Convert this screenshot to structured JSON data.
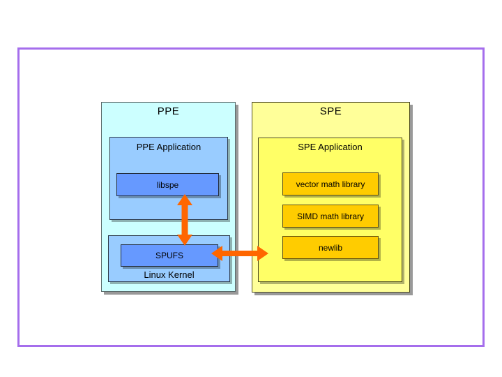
{
  "slide": {
    "frame_border_color": "#a56eec"
  },
  "ppe": {
    "title": "PPE",
    "application": {
      "title": "PPE Application",
      "boxes": [
        {
          "label": "libspe"
        }
      ]
    },
    "kernel": {
      "label": "Linux Kernel",
      "boxes": [
        {
          "label": "SPUFS"
        }
      ]
    }
  },
  "spe": {
    "title": "SPE",
    "application": {
      "title": "SPE Application",
      "boxes": [
        {
          "label": "vector math library"
        },
        {
          "label": "SIMD math library"
        },
        {
          "label": "newlib"
        }
      ]
    }
  },
  "arrows": [
    {
      "name": "libspe-spufs-arrow",
      "direction": "vertical",
      "style": "double-headed"
    },
    {
      "name": "spufs-spe-arrow",
      "direction": "horizontal",
      "style": "double-headed"
    }
  ],
  "colors": {
    "frame_border": "#a56eec",
    "ppe_outer_fill": "#ccffff",
    "ppe_inner_fill": "#99ccff",
    "ppe_component_fill": "#6699ff",
    "spe_outer_fill": "#ffff99",
    "spe_inner_fill": "#ffff66",
    "spe_component_fill": "#ffcc00",
    "arrow": "#ff6600",
    "text": "#000000"
  }
}
